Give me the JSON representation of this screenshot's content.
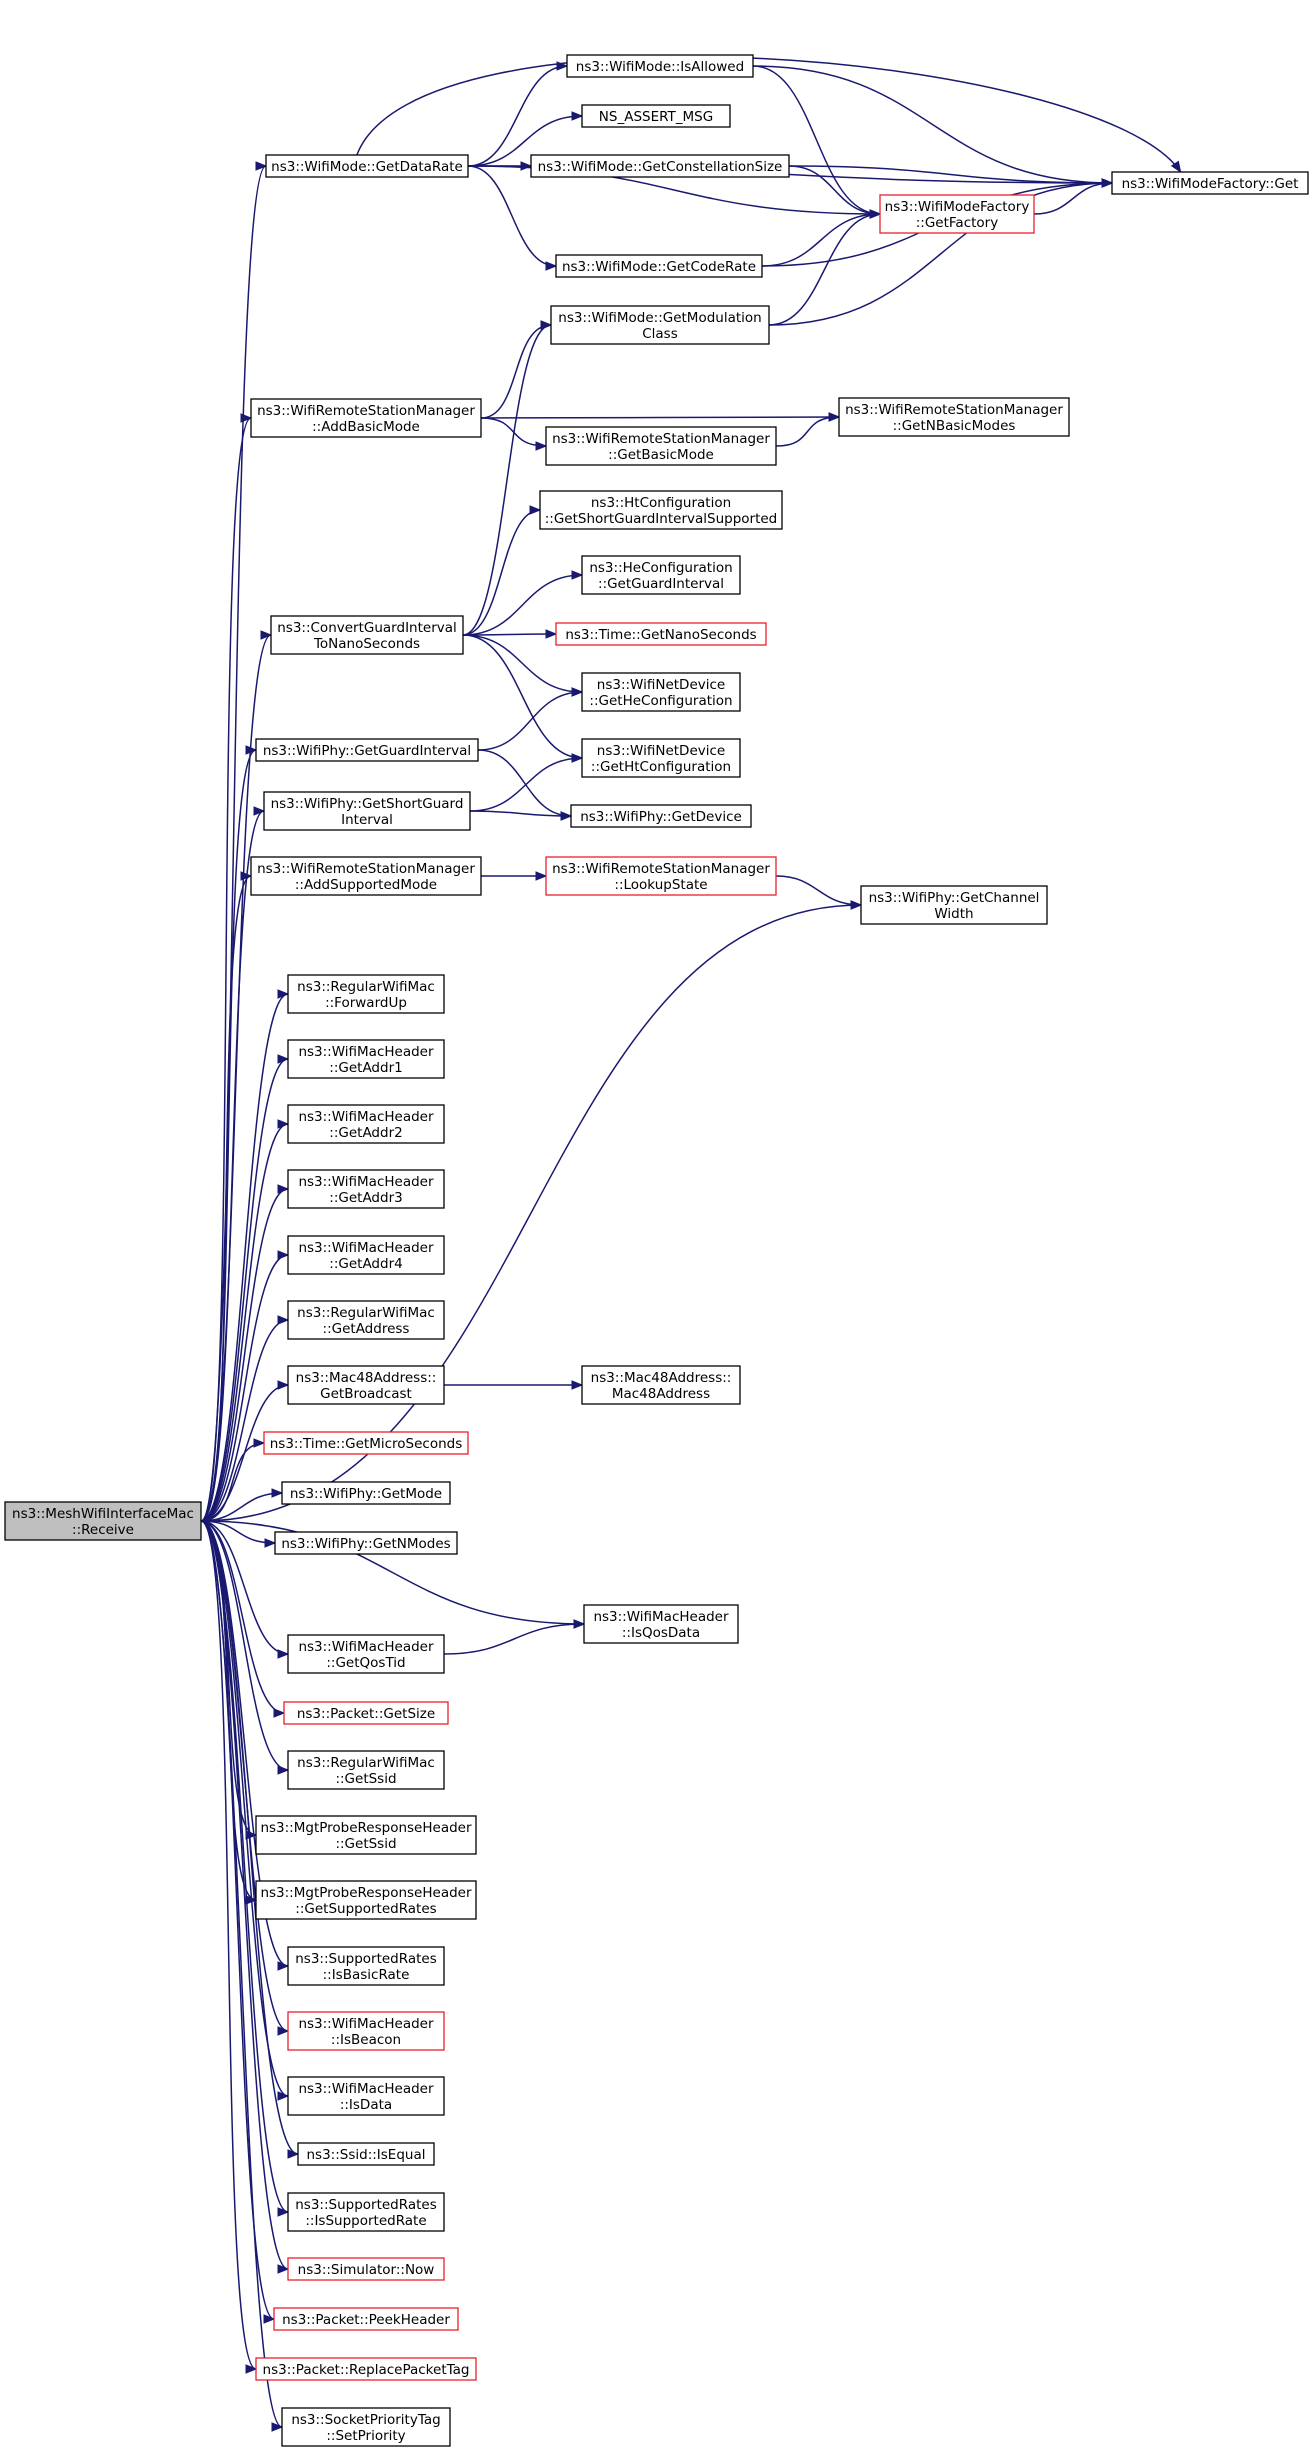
{
  "graph": {
    "type": "call-graph",
    "root": "receive",
    "colors": {
      "edge": "#191970",
      "node_border": "#000000",
      "node_border_red": "#e8202a",
      "root_fill": "#bfbfbf"
    },
    "nodes": [
      {
        "id": "receive",
        "lines": [
          "ns3::MeshWifiInterfaceMac",
          "::Receive"
        ],
        "style": "root"
      },
      {
        "id": "getDataRate",
        "lines": [
          "ns3::WifiMode::GetDataRate"
        ],
        "style": "normal"
      },
      {
        "id": "isAllowed",
        "lines": [
          "ns3::WifiMode::IsAllowed"
        ],
        "style": "normal"
      },
      {
        "id": "nsAssert",
        "lines": [
          "NS_ASSERT_MSG"
        ],
        "style": "normal"
      },
      {
        "id": "getConstellation",
        "lines": [
          "ns3::WifiMode::GetConstellationSize"
        ],
        "style": "normal"
      },
      {
        "id": "factoryGet",
        "lines": [
          "ns3::WifiModeFactory::Get"
        ],
        "style": "normal"
      },
      {
        "id": "getFactory",
        "lines": [
          "ns3::WifiModeFactory",
          "::GetFactory"
        ],
        "style": "red"
      },
      {
        "id": "getCodeRate",
        "lines": [
          "ns3::WifiMode::GetCodeRate"
        ],
        "style": "normal"
      },
      {
        "id": "getModClass",
        "lines": [
          "ns3::WifiMode::GetModulation",
          "Class"
        ],
        "style": "normal"
      },
      {
        "id": "addBasicMode",
        "lines": [
          "ns3::WifiRemoteStationManager",
          "::AddBasicMode"
        ],
        "style": "normal"
      },
      {
        "id": "getNBasicModes",
        "lines": [
          "ns3::WifiRemoteStationManager",
          "::GetNBasicModes"
        ],
        "style": "normal"
      },
      {
        "id": "getBasicMode",
        "lines": [
          "ns3::WifiRemoteStationManager",
          "::GetBasicMode"
        ],
        "style": "normal"
      },
      {
        "id": "htShortGi",
        "lines": [
          "ns3::HtConfiguration",
          "::GetShortGuardIntervalSupported"
        ],
        "style": "normal"
      },
      {
        "id": "heGi",
        "lines": [
          "ns3::HeConfiguration",
          "::GetGuardInterval"
        ],
        "style": "normal"
      },
      {
        "id": "convertGi",
        "lines": [
          "ns3::ConvertGuardInterval",
          "ToNanoSeconds"
        ],
        "style": "normal"
      },
      {
        "id": "getNanoSeconds",
        "lines": [
          "ns3::Time::GetNanoSeconds"
        ],
        "style": "red"
      },
      {
        "id": "getHeConfig",
        "lines": [
          "ns3::WifiNetDevice",
          "::GetHeConfiguration"
        ],
        "style": "normal"
      },
      {
        "id": "phyGetGi",
        "lines": [
          "ns3::WifiPhy::GetGuardInterval"
        ],
        "style": "normal"
      },
      {
        "id": "getHtConfig",
        "lines": [
          "ns3::WifiNetDevice",
          "::GetHtConfiguration"
        ],
        "style": "normal"
      },
      {
        "id": "phyShortGi",
        "lines": [
          "ns3::WifiPhy::GetShortGuard",
          "Interval"
        ],
        "style": "normal"
      },
      {
        "id": "phyGetDevice",
        "lines": [
          "ns3::WifiPhy::GetDevice"
        ],
        "style": "normal"
      },
      {
        "id": "addSupported",
        "lines": [
          "ns3::WifiRemoteStationManager",
          "::AddSupportedMode"
        ],
        "style": "normal"
      },
      {
        "id": "lookupState",
        "lines": [
          "ns3::WifiRemoteStationManager",
          "::LookupState"
        ],
        "style": "red"
      },
      {
        "id": "channelWidth",
        "lines": [
          "ns3::WifiPhy::GetChannel",
          "Width"
        ],
        "style": "normal"
      },
      {
        "id": "forwardUp",
        "lines": [
          "ns3::RegularWifiMac",
          "::ForwardUp"
        ],
        "style": "normal"
      },
      {
        "id": "addr1",
        "lines": [
          "ns3::WifiMacHeader",
          "::GetAddr1"
        ],
        "style": "normal"
      },
      {
        "id": "addr2",
        "lines": [
          "ns3::WifiMacHeader",
          "::GetAddr2"
        ],
        "style": "normal"
      },
      {
        "id": "addr3",
        "lines": [
          "ns3::WifiMacHeader",
          "::GetAddr3"
        ],
        "style": "normal"
      },
      {
        "id": "addr4",
        "lines": [
          "ns3::WifiMacHeader",
          "::GetAddr4"
        ],
        "style": "normal"
      },
      {
        "id": "getAddress",
        "lines": [
          "ns3::RegularWifiMac",
          "::GetAddress"
        ],
        "style": "normal"
      },
      {
        "id": "getBroadcast",
        "lines": [
          "ns3::Mac48Address::",
          "GetBroadcast"
        ],
        "style": "normal"
      },
      {
        "id": "mac48ctor",
        "lines": [
          "ns3::Mac48Address::",
          "Mac48Address"
        ],
        "style": "normal"
      },
      {
        "id": "microSeconds",
        "lines": [
          "ns3::Time::GetMicroSeconds"
        ],
        "style": "red"
      },
      {
        "id": "phyGetMode",
        "lines": [
          "ns3::WifiPhy::GetMode"
        ],
        "style": "normal"
      },
      {
        "id": "phyGetNModes",
        "lines": [
          "ns3::WifiPhy::GetNModes"
        ],
        "style": "normal"
      },
      {
        "id": "isQosData",
        "lines": [
          "ns3::WifiMacHeader",
          "::IsQosData"
        ],
        "style": "normal"
      },
      {
        "id": "getQosTid",
        "lines": [
          "ns3::WifiMacHeader",
          "::GetQosTid"
        ],
        "style": "normal"
      },
      {
        "id": "pktGetSize",
        "lines": [
          "ns3::Packet::GetSize"
        ],
        "style": "red"
      },
      {
        "id": "macGetSsid",
        "lines": [
          "ns3::RegularWifiMac",
          "::GetSsid"
        ],
        "style": "normal"
      },
      {
        "id": "probeSsid",
        "lines": [
          "ns3::MgtProbeResponseHeader",
          "::GetSsid"
        ],
        "style": "normal"
      },
      {
        "id": "probeRates",
        "lines": [
          "ns3::MgtProbeResponseHeader",
          "::GetSupportedRates"
        ],
        "style": "normal"
      },
      {
        "id": "isBasicRate",
        "lines": [
          "ns3::SupportedRates",
          "::IsBasicRate"
        ],
        "style": "normal"
      },
      {
        "id": "isBeacon",
        "lines": [
          "ns3::WifiMacHeader",
          "::IsBeacon"
        ],
        "style": "red"
      },
      {
        "id": "isData",
        "lines": [
          "ns3::WifiMacHeader",
          "::IsData"
        ],
        "style": "normal"
      },
      {
        "id": "ssidIsEqual",
        "lines": [
          "ns3::Ssid::IsEqual"
        ],
        "style": "normal"
      },
      {
        "id": "isSupportedRate",
        "lines": [
          "ns3::SupportedRates",
          "::IsSupportedRate"
        ],
        "style": "normal"
      },
      {
        "id": "simNow",
        "lines": [
          "ns3::Simulator::Now"
        ],
        "style": "red"
      },
      {
        "id": "peekHeader",
        "lines": [
          "ns3::Packet::PeekHeader"
        ],
        "style": "red"
      },
      {
        "id": "replaceTag",
        "lines": [
          "ns3::Packet::ReplacePacketTag"
        ],
        "style": "red"
      },
      {
        "id": "setPriority",
        "lines": [
          "ns3::SocketPriorityTag",
          "::SetPriority"
        ],
        "style": "normal"
      }
    ],
    "edges": [
      [
        "getDataRate",
        "isAllowed"
      ],
      [
        "getDataRate",
        "nsAssert"
      ],
      [
        "getDataRate",
        "getConstellation"
      ],
      [
        "getDataRate",
        "factoryGet"
      ],
      [
        "getDataRate",
        "getFactory"
      ],
      [
        "getDataRate",
        "getCodeRate"
      ],
      [
        "isAllowed",
        "factoryGet"
      ],
      [
        "isAllowed",
        "getFactory"
      ],
      [
        "getConstellation",
        "factoryGet"
      ],
      [
        "getConstellation",
        "getFactory"
      ],
      [
        "getFactory",
        "factoryGet"
      ],
      [
        "getCodeRate",
        "getFactory"
      ],
      [
        "getCodeRate",
        "factoryGet"
      ],
      [
        "getModClass",
        "getFactory"
      ],
      [
        "getModClass",
        "factoryGet"
      ],
      [
        "addBasicMode",
        "getModClass"
      ],
      [
        "addBasicMode",
        "getNBasicModes"
      ],
      [
        "addBasicMode",
        "getBasicMode"
      ],
      [
        "getBasicMode",
        "getNBasicModes"
      ],
      [
        "convertGi",
        "getModClass"
      ],
      [
        "convertGi",
        "htShortGi"
      ],
      [
        "convertGi",
        "heGi"
      ],
      [
        "convertGi",
        "getNanoSeconds"
      ],
      [
        "convertGi",
        "getHeConfig"
      ],
      [
        "convertGi",
        "getHtConfig"
      ],
      [
        "phyGetGi",
        "getHeConfig"
      ],
      [
        "phyGetGi",
        "phyGetDevice"
      ],
      [
        "phyShortGi",
        "getHtConfig"
      ],
      [
        "phyShortGi",
        "phyGetDevice"
      ],
      [
        "addSupported",
        "lookupState"
      ],
      [
        "lookupState",
        "channelWidth"
      ],
      [
        "getBroadcast",
        "mac48ctor"
      ],
      [
        "getQosTid",
        "isQosData"
      ],
      [
        "receive",
        "getDataRate"
      ],
      [
        "receive",
        "addBasicMode"
      ],
      [
        "receive",
        "convertGi"
      ],
      [
        "receive",
        "phyGetGi"
      ],
      [
        "receive",
        "phyShortGi"
      ],
      [
        "receive",
        "addSupported"
      ],
      [
        "receive",
        "channelWidth"
      ],
      [
        "receive",
        "forwardUp"
      ],
      [
        "receive",
        "addr1"
      ],
      [
        "receive",
        "addr2"
      ],
      [
        "receive",
        "addr3"
      ],
      [
        "receive",
        "addr4"
      ],
      [
        "receive",
        "getAddress"
      ],
      [
        "receive",
        "getBroadcast"
      ],
      [
        "receive",
        "microSeconds"
      ],
      [
        "receive",
        "phyGetMode"
      ],
      [
        "receive",
        "phyGetNModes"
      ],
      [
        "receive",
        "isQosData"
      ],
      [
        "receive",
        "getQosTid"
      ],
      [
        "receive",
        "pktGetSize"
      ],
      [
        "receive",
        "macGetSsid"
      ],
      [
        "receive",
        "probeSsid"
      ],
      [
        "receive",
        "probeRates"
      ],
      [
        "receive",
        "isBasicRate"
      ],
      [
        "receive",
        "isBeacon"
      ],
      [
        "receive",
        "isData"
      ],
      [
        "receive",
        "ssidIsEqual"
      ],
      [
        "receive",
        "isSupportedRate"
      ],
      [
        "receive",
        "simNow"
      ],
      [
        "receive",
        "peekHeader"
      ],
      [
        "receive",
        "replaceTag"
      ],
      [
        "receive",
        "setPriority"
      ]
    ]
  }
}
